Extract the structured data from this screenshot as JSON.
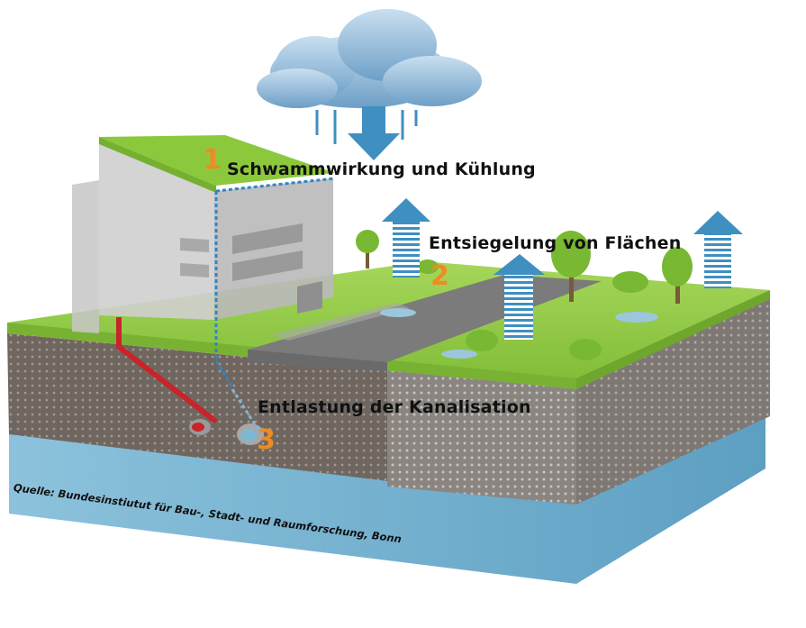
{
  "labels": {
    "roof": "Schwammwirkung und Kühlung",
    "surface": "Entsiegelung von Flächen",
    "sewer": "Entlastung der Kanalisation"
  },
  "numbers": {
    "one": "1",
    "two": "2",
    "three": "3"
  },
  "source": "Quelle: Bundesinstiutut für Bau-, Stadt- und Raumforschung, Bonn",
  "colors": {
    "accent_number": "#f08a24",
    "arrow_blue": "#3f8fc0",
    "grass": "#8cc83c",
    "water": "#7fb8d4",
    "soil": "#6e655e",
    "road": "#7b7b7b",
    "pipe_red": "#c8242a"
  }
}
